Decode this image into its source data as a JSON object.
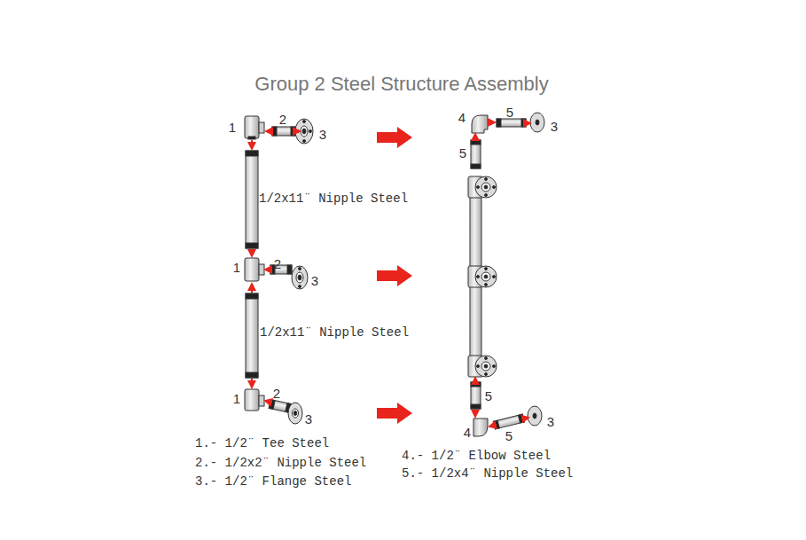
{
  "diagram": {
    "title": "Group 2 Steel Structure Assembly",
    "labels": [
      "1",
      "2",
      "3",
      "1/2x11¨ Nipple Steel",
      "1",
      "2",
      "3",
      "1/2x11¨ Nipple Steel",
      "1",
      "2",
      "3",
      "1.- 1/2¨ Tee Steel",
      "2.- 1/2x2¨ Nipple Steel",
      "3.- 1/2¨ Flange Steel",
      "4",
      "5",
      "3",
      "5",
      "5",
      "4",
      "5",
      "3",
      "4.- 1/2¨ Elbow Steel",
      "5.- 1/2x4¨ Nipple Steel"
    ]
  }
}
